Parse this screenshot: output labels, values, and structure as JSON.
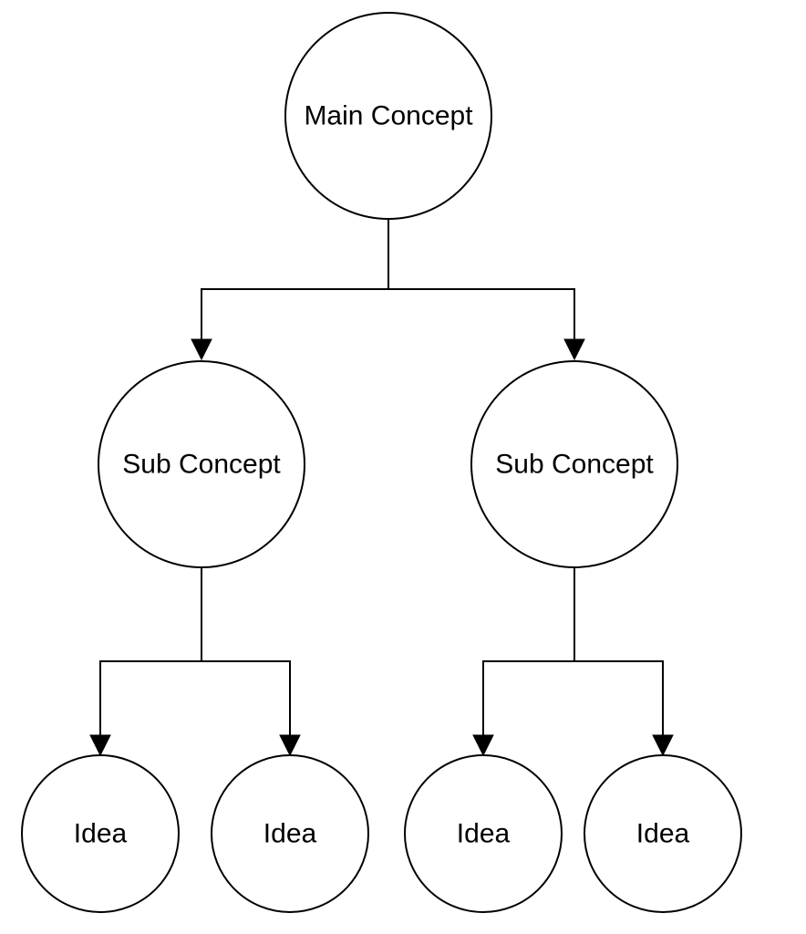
{
  "diagram": {
    "type": "concept-map",
    "root": {
      "label": "Main Concept",
      "children": [
        {
          "label": "Sub Concept",
          "children": [
            {
              "label": "Idea"
            },
            {
              "label": "Idea"
            }
          ]
        },
        {
          "label": "Sub Concept",
          "children": [
            {
              "label": "Idea"
            },
            {
              "label": "Idea"
            }
          ]
        }
      ]
    },
    "colors": {
      "stroke": "#000000",
      "fill": "#ffffff",
      "text": "#000000",
      "background": "#ffffff"
    }
  }
}
